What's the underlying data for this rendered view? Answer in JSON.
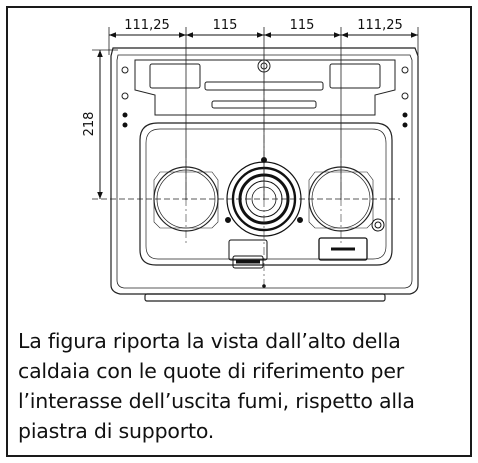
{
  "dimensions": {
    "top": [
      "111,25",
      "115",
      "115",
      "111,25"
    ],
    "left": "218"
  },
  "caption": "La figura riporta la vista dall’alto della caldaia con le quote di riferimento per l’interasse dell’uscita fumi, rispetto alla piastra di supporto."
}
